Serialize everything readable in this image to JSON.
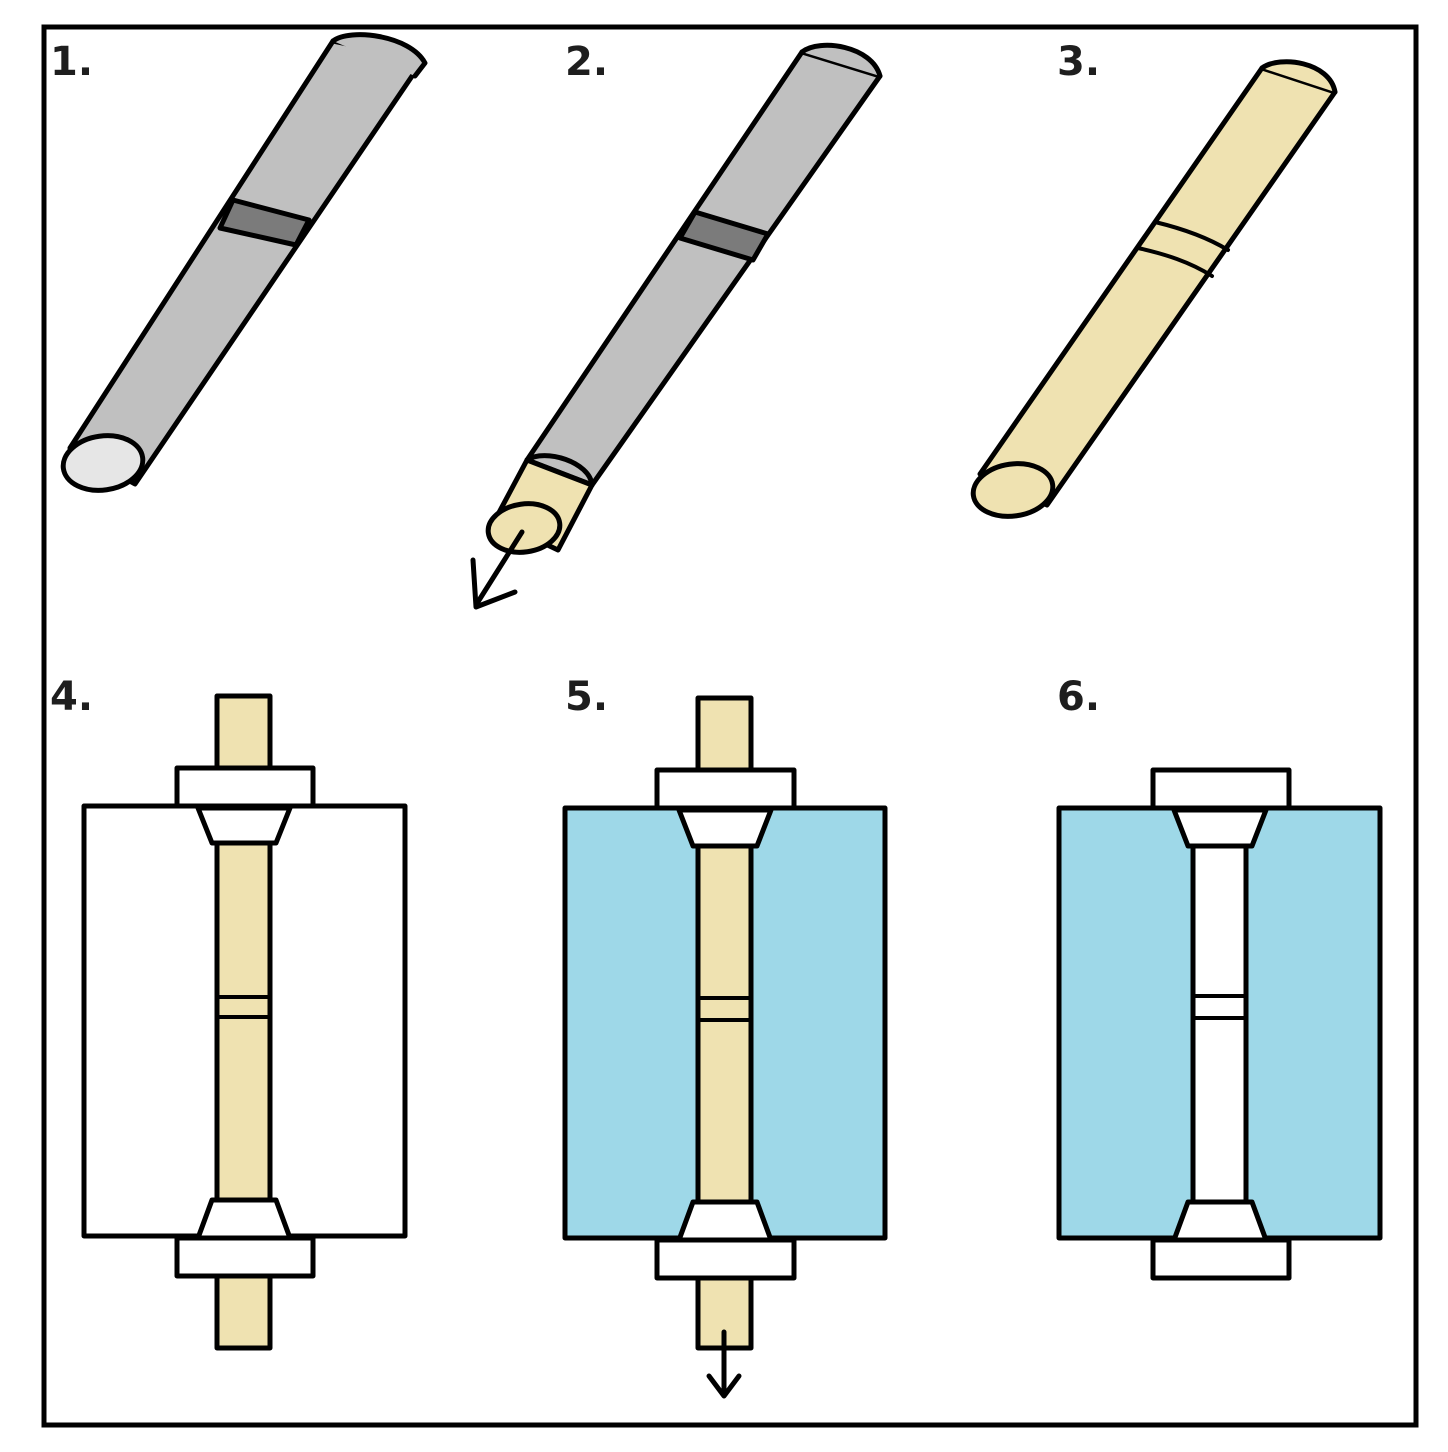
{
  "steps": [
    {
      "label": "1."
    },
    {
      "label": "2."
    },
    {
      "label": "3."
    },
    {
      "label": "4."
    },
    {
      "label": "5."
    },
    {
      "label": "6."
    }
  ],
  "colors": {
    "tube_gray": "#c0c0c0",
    "tube_end_light": "#e6e6e6",
    "band_dark": "#7b7b7b",
    "gel_yellow": "#efe2b1",
    "water_blue": "#9ed8e8",
    "outline": "#000000",
    "background": "#ffffff"
  }
}
